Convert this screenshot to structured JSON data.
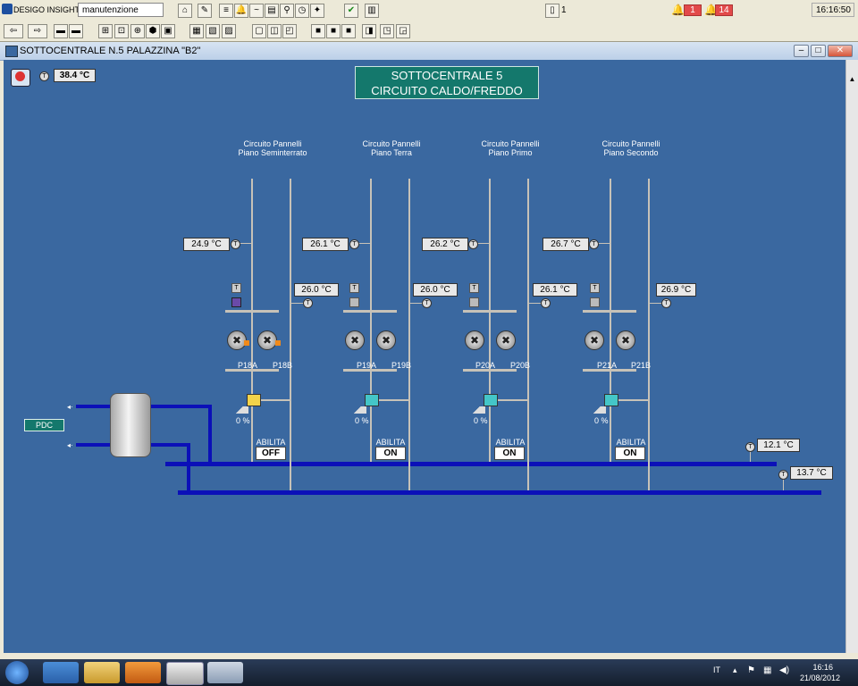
{
  "app": {
    "name": "DESIGO INSIGHT",
    "user_field": "manutenzione"
  },
  "toolbar": {
    "page_counter": "1",
    "alarm_count_1": "1",
    "alarm_count_2": "14",
    "time": "16:16:50"
  },
  "window": {
    "title": "SOTTOCENTRALE N.5 PALAZZINA \"B2\""
  },
  "panel": {
    "title_line1": "SOTTOCENTRALE 5",
    "title_line2": "CIRCUITO CALDO/FREDDO",
    "outdoor_temp": "38.4 °C",
    "pdc_label": "PDC",
    "supply_temp": "12.1 °C",
    "return_temp": "13.7 °C"
  },
  "circuits": [
    {
      "name_line1": "Circuito Pannelli",
      "name_line2": "Piano Seminterrato",
      "temp_left": "24.9 °C",
      "temp_right": "26.0 °C",
      "pump_a": "P18A",
      "pump_b": "P18B",
      "valve_pct": "0 %",
      "enable_label": "ABILITA",
      "state": "OFF"
    },
    {
      "name_line1": "Circuito Pannelli",
      "name_line2": "Piano Terra",
      "temp_left": "26.1 °C",
      "temp_right": "26.0 °C",
      "pump_a": "P19A",
      "pump_b": "P19B",
      "valve_pct": "0 %",
      "enable_label": "ABILITA",
      "state": "ON"
    },
    {
      "name_line1": "Circuito Pannelli",
      "name_line2": "Piano Primo",
      "temp_left": "26.2 °C",
      "temp_right": "26.1 °C",
      "pump_a": "P20A",
      "pump_b": "P20B",
      "valve_pct": "0 %",
      "enable_label": "ABILITA",
      "state": "ON"
    },
    {
      "name_line1": "Circuito Pannelli",
      "name_line2": "Piano Secondo",
      "temp_left": "26.7 °C",
      "temp_right": "26.9 °C",
      "pump_a": "P21A",
      "pump_b": "P21B",
      "valve_pct": "0 %",
      "enable_label": "ABILITA",
      "state": "ON"
    }
  ],
  "taskbar": {
    "lang": "IT",
    "clock_time": "16:16",
    "clock_date": "21/08/2012"
  },
  "colors": {
    "canvas": "#3a68a0",
    "header": "#14786c",
    "pipe_blue": "#0b10b8",
    "pipe_gray": "#c7c2b8"
  }
}
